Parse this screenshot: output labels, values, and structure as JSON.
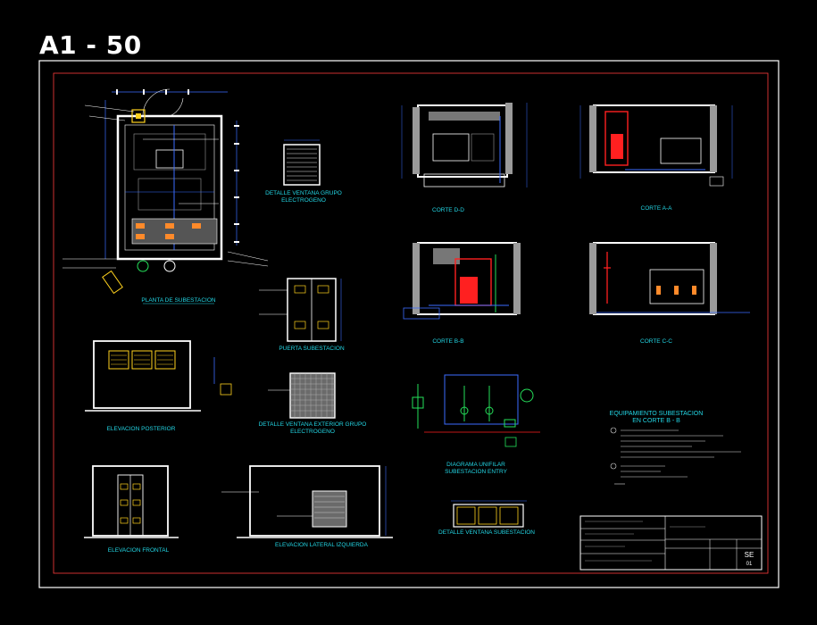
{
  "sheet_title": "A1 - 50",
  "colors": {
    "background": "#000000",
    "frame": "#ffffff",
    "inner_frame": "#ff3b3b",
    "walls": "#ffffff",
    "dimension": "#3b6cff",
    "label_cyan": "#23d7e6",
    "equipment_red": "#ff2020",
    "equipment_yellow": "#ffd21e",
    "detail_green": "#25e05a",
    "hatch_gray": "#9a9a9a"
  },
  "views": {
    "plan": "PLANTA DE SUBESTACION",
    "window_genset": [
      "DETALLE VENTANA GRUPO",
      "ELECTROGENO"
    ],
    "door": "PUERTA SUBESTACION",
    "section_dd": "CORTE D-D",
    "section_aa": "CORTE A-A",
    "section_bb": "CORTE B-B",
    "section_cc": "CORTE C-C",
    "rear_elevation": "ELEVACION POSTERIOR",
    "window_ext_genset": [
      "DETALLE VENTANA EXTERIOR GRUPO",
      "ELECTROGENO"
    ],
    "one_line": [
      "DIAGRAMA UNIFILAR",
      "SUBESTACION ENTRY"
    ],
    "front_elevation": "ELEVACION FRONTAL",
    "side_elevation": "ELEVACION LATERAL IZQUIERDA",
    "window_substation": "DETALLE VENTANA SUBESTACION"
  },
  "equipment_note": {
    "title": [
      "EQUIPAMIENTO SUBESTACION",
      "EN CORTE B - B"
    ]
  },
  "title_block": {
    "sheet_code": "SE",
    "sheet_number": "01"
  }
}
